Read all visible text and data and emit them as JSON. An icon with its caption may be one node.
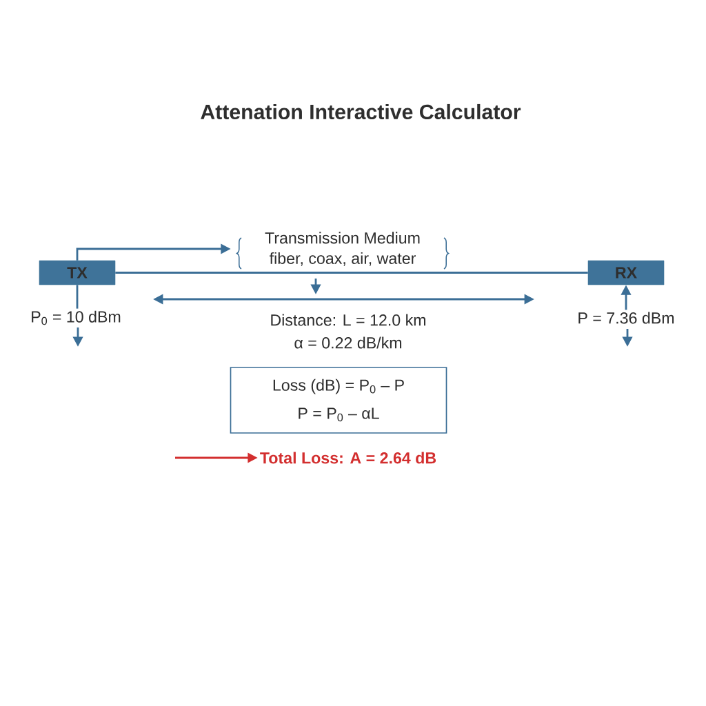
{
  "diagram": {
    "title": "Attenation Interactive Calculator",
    "nodes": [
      {
        "text": [
          "TX"
        ]
      },
      {
        "text": [
          "RX"
        ]
      },
      {
        "text": [
          "Transmission Medium",
          "fiber, coax, air, water"
        ]
      },
      {
        "text": [
          "P$_{0}$ = 10 dBm"
        ]
      },
      {
        "text": [
          "P = 7.36 dBm"
        ]
      },
      {
        "text": [
          "Loss (dB) = P$_{0}$ – P",
          "P = P$_{0}$ – αL"
        ]
      },
      {
        "text": [
          "Total Loss: A = 2.64 dB"
        ]
      }
    ],
    "edges": [
      {
        "from": 0,
        "to": 2,
        "arrow": "to"
      },
      {
        "from": 0,
        "to": 1,
        "arrow": "none"
      },
      {
        "from": 0,
        "to": 3,
        "arrow": "none"
      },
      {
        "from": 4,
        "to": 1,
        "arrow": "to"
      },
      {
        "from": null,
        "to": 6,
        "arrow": "to",
        "color": "#d32f2f"
      }
    ],
    "labels": [
      "Distance: L = 12.0 km",
      "α = 0.22 dB/km"
    ]
  }
}
